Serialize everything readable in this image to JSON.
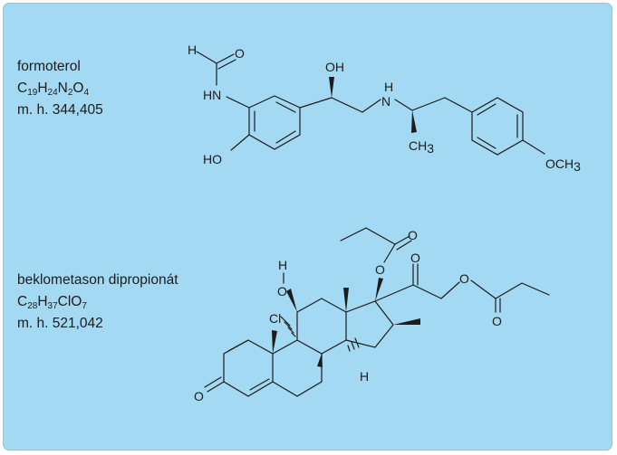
{
  "compounds": [
    {
      "name": "formoterol",
      "formula": {
        "p1": "C",
        "n1": "19",
        "p2": "H",
        "n2": "24",
        "p3": "N",
        "n3": "2",
        "p4": "O",
        "n4": "4"
      },
      "mass": "m. h. 344,405"
    },
    {
      "name": "beklometason dipropionát",
      "formula": {
        "p1": "C",
        "n1": "28",
        "p2": "H",
        "n2": "37",
        "p3": "ClO",
        "n3": "7"
      },
      "mass": "m. h. 521,042"
    }
  ],
  "atoms": {
    "formoterol": {
      "h": "H",
      "o1": "O",
      "hn": "HN",
      "oh": "OH",
      "n": "N",
      "h2": "H",
      "ho": "HO",
      "ch": "CH",
      "ch_sub": "3",
      "och": "OCH",
      "och_sub": "3"
    },
    "beclo": {
      "o_top": "O",
      "o_ester": "O",
      "o_ketone": "O",
      "o_link": "O",
      "o_prop": "O",
      "h_oh": "H",
      "o_oh": "O",
      "cl": "Cl",
      "h_ring": "H",
      "o_a": "O"
    }
  }
}
